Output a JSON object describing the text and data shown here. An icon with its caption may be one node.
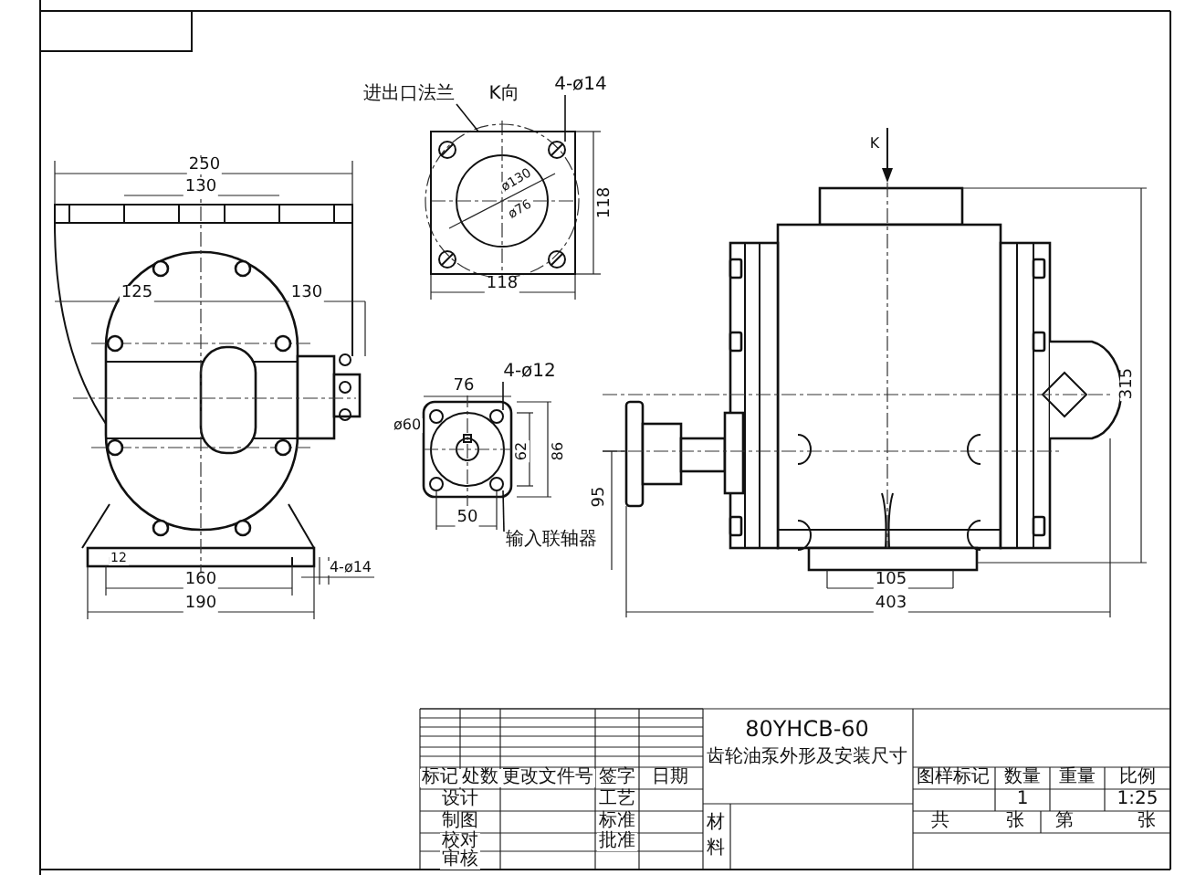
{
  "diagram": {
    "nodes": [
      {
        "text": [
          "进出口法兰"
        ]
      },
      {
        "text": [
          "4-ø14"
        ]
      },
      {
        "text": [
          "4-ø12"
        ]
      },
      {
        "text": [
          "输入联轴器"
        ]
      },
      {
        "text": [],
        "shape": "box"
      },
      {
        "text": [],
        "shape": "circle",
        "in": 4
      },
      {
        "text": [],
        "shape": "circle"
      },
      {
        "text": [],
        "shape": "circle"
      }
    ],
    "edges": [
      {
        "from": 0,
        "to": 4,
        "arrow": "none"
      },
      {
        "from": 1,
        "to": 5,
        "arrow": "none"
      },
      {
        "from": 2,
        "to": 6,
        "arrow": "none"
      },
      {
        "from": 3,
        "to": 7,
        "arrow": "none"
      }
    ],
    "labels": [
      "250",
      "130",
      "125",
      "130",
      "12",
      "4-ø14",
      "160",
      "190",
      "K向",
      "ø130",
      "ø76",
      "118",
      "118",
      "76",
      "ø60",
      "62",
      "86",
      "50",
      "K",
      "315",
      "95",
      "105",
      "403",
      "80YHCB-60",
      "齿轮油泵外形及安装尺寸",
      "标记",
      "处数",
      "更改文件号",
      "签字",
      "日期",
      "图样标记",
      "数量",
      "重量",
      "比例",
      "设计",
      "工艺",
      "1",
      "1:25",
      "制图",
      "标准",
      "共",
      "张",
      "第",
      "张",
      "校对",
      "批准",
      "材料",
      "审核"
    ]
  }
}
